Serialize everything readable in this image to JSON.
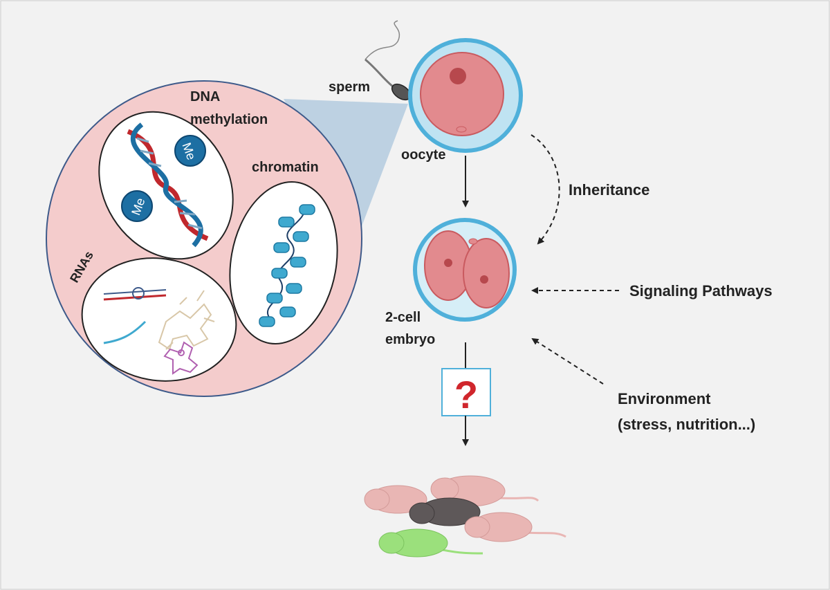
{
  "labels": {
    "sperm": "sperm",
    "oocyte": "oocyte",
    "dna_line1": "DNA",
    "dna_line2": "methylation",
    "chromatin": "chromatin",
    "rnas": "RNAs",
    "two_cell_line1": "2-cell",
    "two_cell_line2": "embryo",
    "inheritance": "Inheritance",
    "signaling": "Signaling Pathways",
    "environment_line1": "Environment",
    "environment_line2": "(stress, nutrition...)",
    "question": "?",
    "me": "Me"
  },
  "colors": {
    "background": "#f2f2f2",
    "big_circle_fill": "#f4cccc",
    "big_circle_stroke": "#3d5a8a",
    "cell_fill": "#e28a8e",
    "zona": "#4fb0da",
    "nucleosome": "#3fa9cf",
    "dna_red": "#c0282d",
    "dna_blue": "#1d6fa3",
    "question_red": "#d0262c",
    "pup_pink": "#e9b6b4",
    "pup_dark": "#5e5859",
    "pup_green": "#9be07c"
  }
}
